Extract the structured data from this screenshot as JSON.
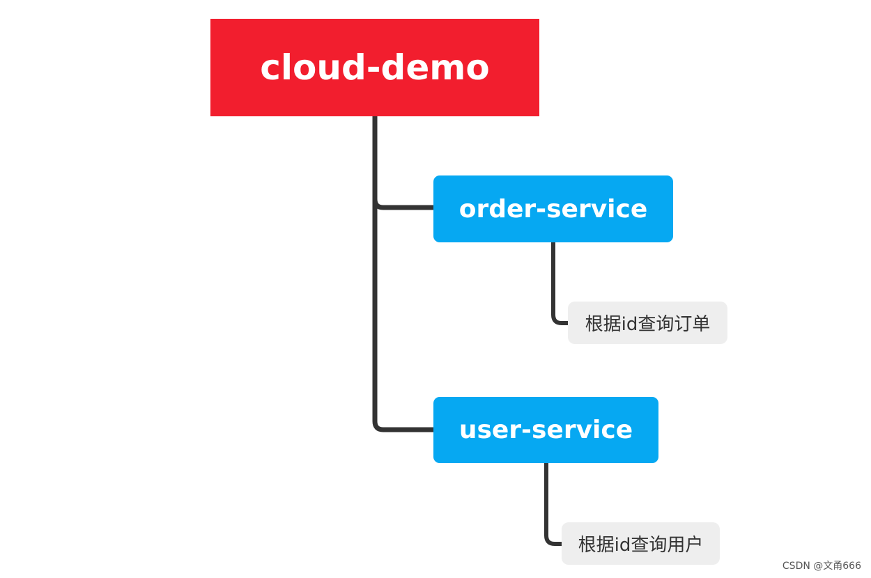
{
  "root": {
    "label": "cloud-demo",
    "color": "#f21e2e"
  },
  "services": [
    {
      "label": "order-service",
      "color": "#06a8f2",
      "detail": "根据id查询订单"
    },
    {
      "label": "user-service",
      "color": "#06a8f2",
      "detail": "根据id查询用户"
    }
  ],
  "connector_color": "#333333",
  "detail_background": "#eeeeee",
  "watermark": "CSDN @文甬666"
}
